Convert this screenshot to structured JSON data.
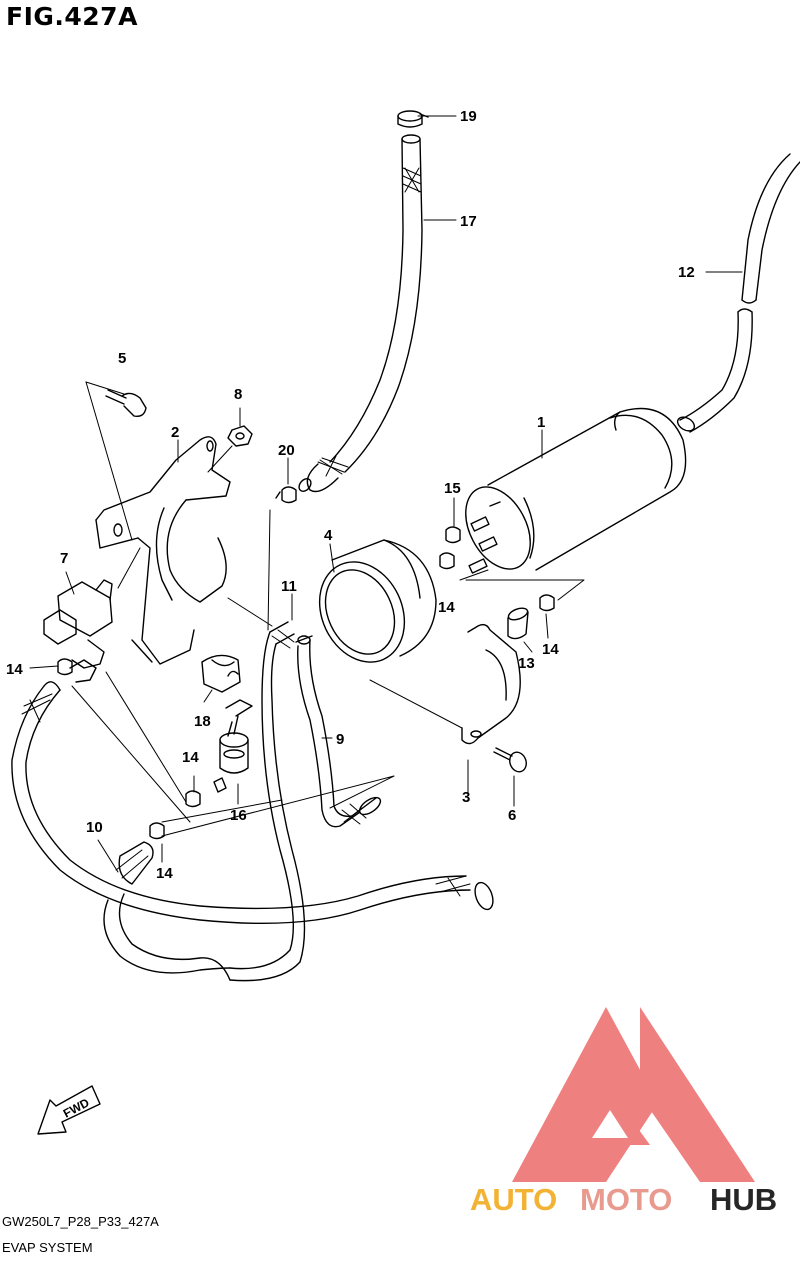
{
  "figure": {
    "title": "FIG.427A",
    "code": "GW250L7_P28_P33_427A",
    "name": "EVAP SYSTEM",
    "fwd_label": "FWD"
  },
  "watermark": {
    "word_1": "AUTO",
    "word_2": "MOTO",
    "word_3": "HUB",
    "color_1": "#f2b233",
    "color_2": "#e99a8f",
    "color_3": "#262626",
    "logo_color": "#ee8080"
  },
  "callouts": {
    "c1": "1",
    "c2": "2",
    "c3": "3",
    "c4": "4",
    "c5": "5",
    "c6": "6",
    "c7": "7",
    "c8": "8",
    "c9": "9",
    "c10": "10",
    "c11": "11",
    "c12": "12",
    "c13": "13",
    "c14a": "14",
    "c14b": "14",
    "c14c": "14",
    "c14d": "14",
    "c14e": "14",
    "c15": "15",
    "c16": "16",
    "c17": "17",
    "c18": "18",
    "c19": "19",
    "c20": "20"
  }
}
